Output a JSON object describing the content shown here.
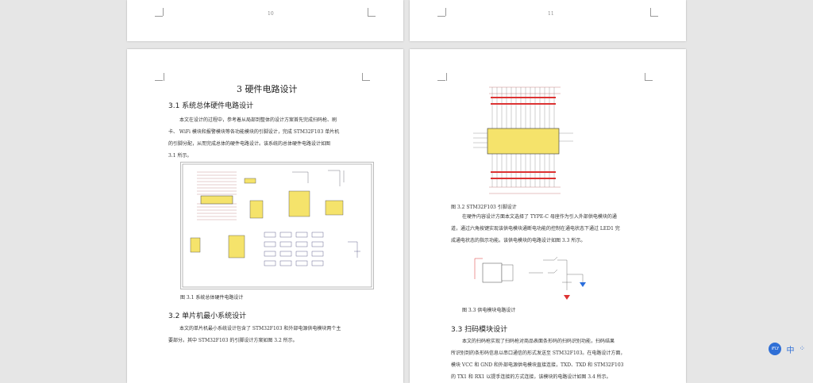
{
  "pages": {
    "p10_number": "10",
    "p11_number": "11"
  },
  "left": {
    "chapter_title": "3 硬件电路设计",
    "s31_title": "3.1 系统总体硬件电路设计",
    "s31_lines": [
      "本文在设计的过程中，参考着从局部到整体的设计方案首先完成扫码枪、刷",
      "卡、 WiFi 模块和报警模块等各功能模块的引脚设计，完成 STM32F103 单片机",
      "的引脚分配，从而完成总体的硬件电路设计。该系统的总体硬件电路设计如图",
      "3.1 所示。"
    ],
    "fig31_caption": "图 3.1  系统总体硬件电路设计",
    "s32_title": "3.2 单片机最小系统设计",
    "s32_lines": [
      "本文的单片机最小系统设计包含了 STM32F103 和外部电源供电模块两个主",
      "要部分。其中 STM32F103 的引脚设计方案如图 3.2 所示。"
    ]
  },
  "right": {
    "fig32_caption": "图 3.2 STM32F103 引脚设计",
    "power_lines": [
      "在硬件内容设计方面本文选择了 TYPE-C 母座作为引入外部供电模块的通",
      "道，通过六角按键实现该供电模块通断电功能的控制在通电状态下通过 LED1 完",
      "成通电状态的指示功能。该供电模块的电路设计如图 3.3 所示。"
    ],
    "fig33_caption": "图 3.3  供电模块电路设计",
    "s33_title": "3.3 扫码模块设计",
    "s33_lines": [
      "本文的扫码枪实现了扫码枪对商品表面条形码的扫码识别功能，扫码结果",
      "所识别到的条形码信息以串口通信的形式发送至 STM32F103。在电路设计方面，",
      "模块 VCC 和 GND 和外部电源供电模块直接连接，TXD、TXD 和 STM32F103",
      "的 TX1 和 RX1 以提手连接的方式连接，该模块的电路设计如图 3.4 所示。"
    ]
  },
  "ime": {
    "logo_text": "iFLY",
    "lang": "中",
    "icon": "settings-dots-icon"
  }
}
